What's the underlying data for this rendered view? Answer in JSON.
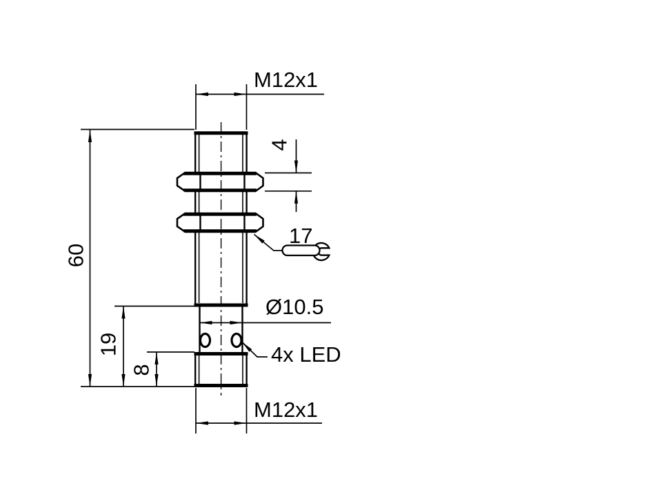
{
  "colors": {
    "ink": "#000000",
    "paper": "#ffffff"
  },
  "labels": {
    "top_thread": "M12x1",
    "nut_height": "4",
    "wrench_size": "17",
    "tip_diameter": "Ø10.5",
    "led_callout": "4x LED",
    "overall_length": "60",
    "tip_length": "19",
    "connector_length": "8",
    "bottom_thread": "M12x1"
  }
}
